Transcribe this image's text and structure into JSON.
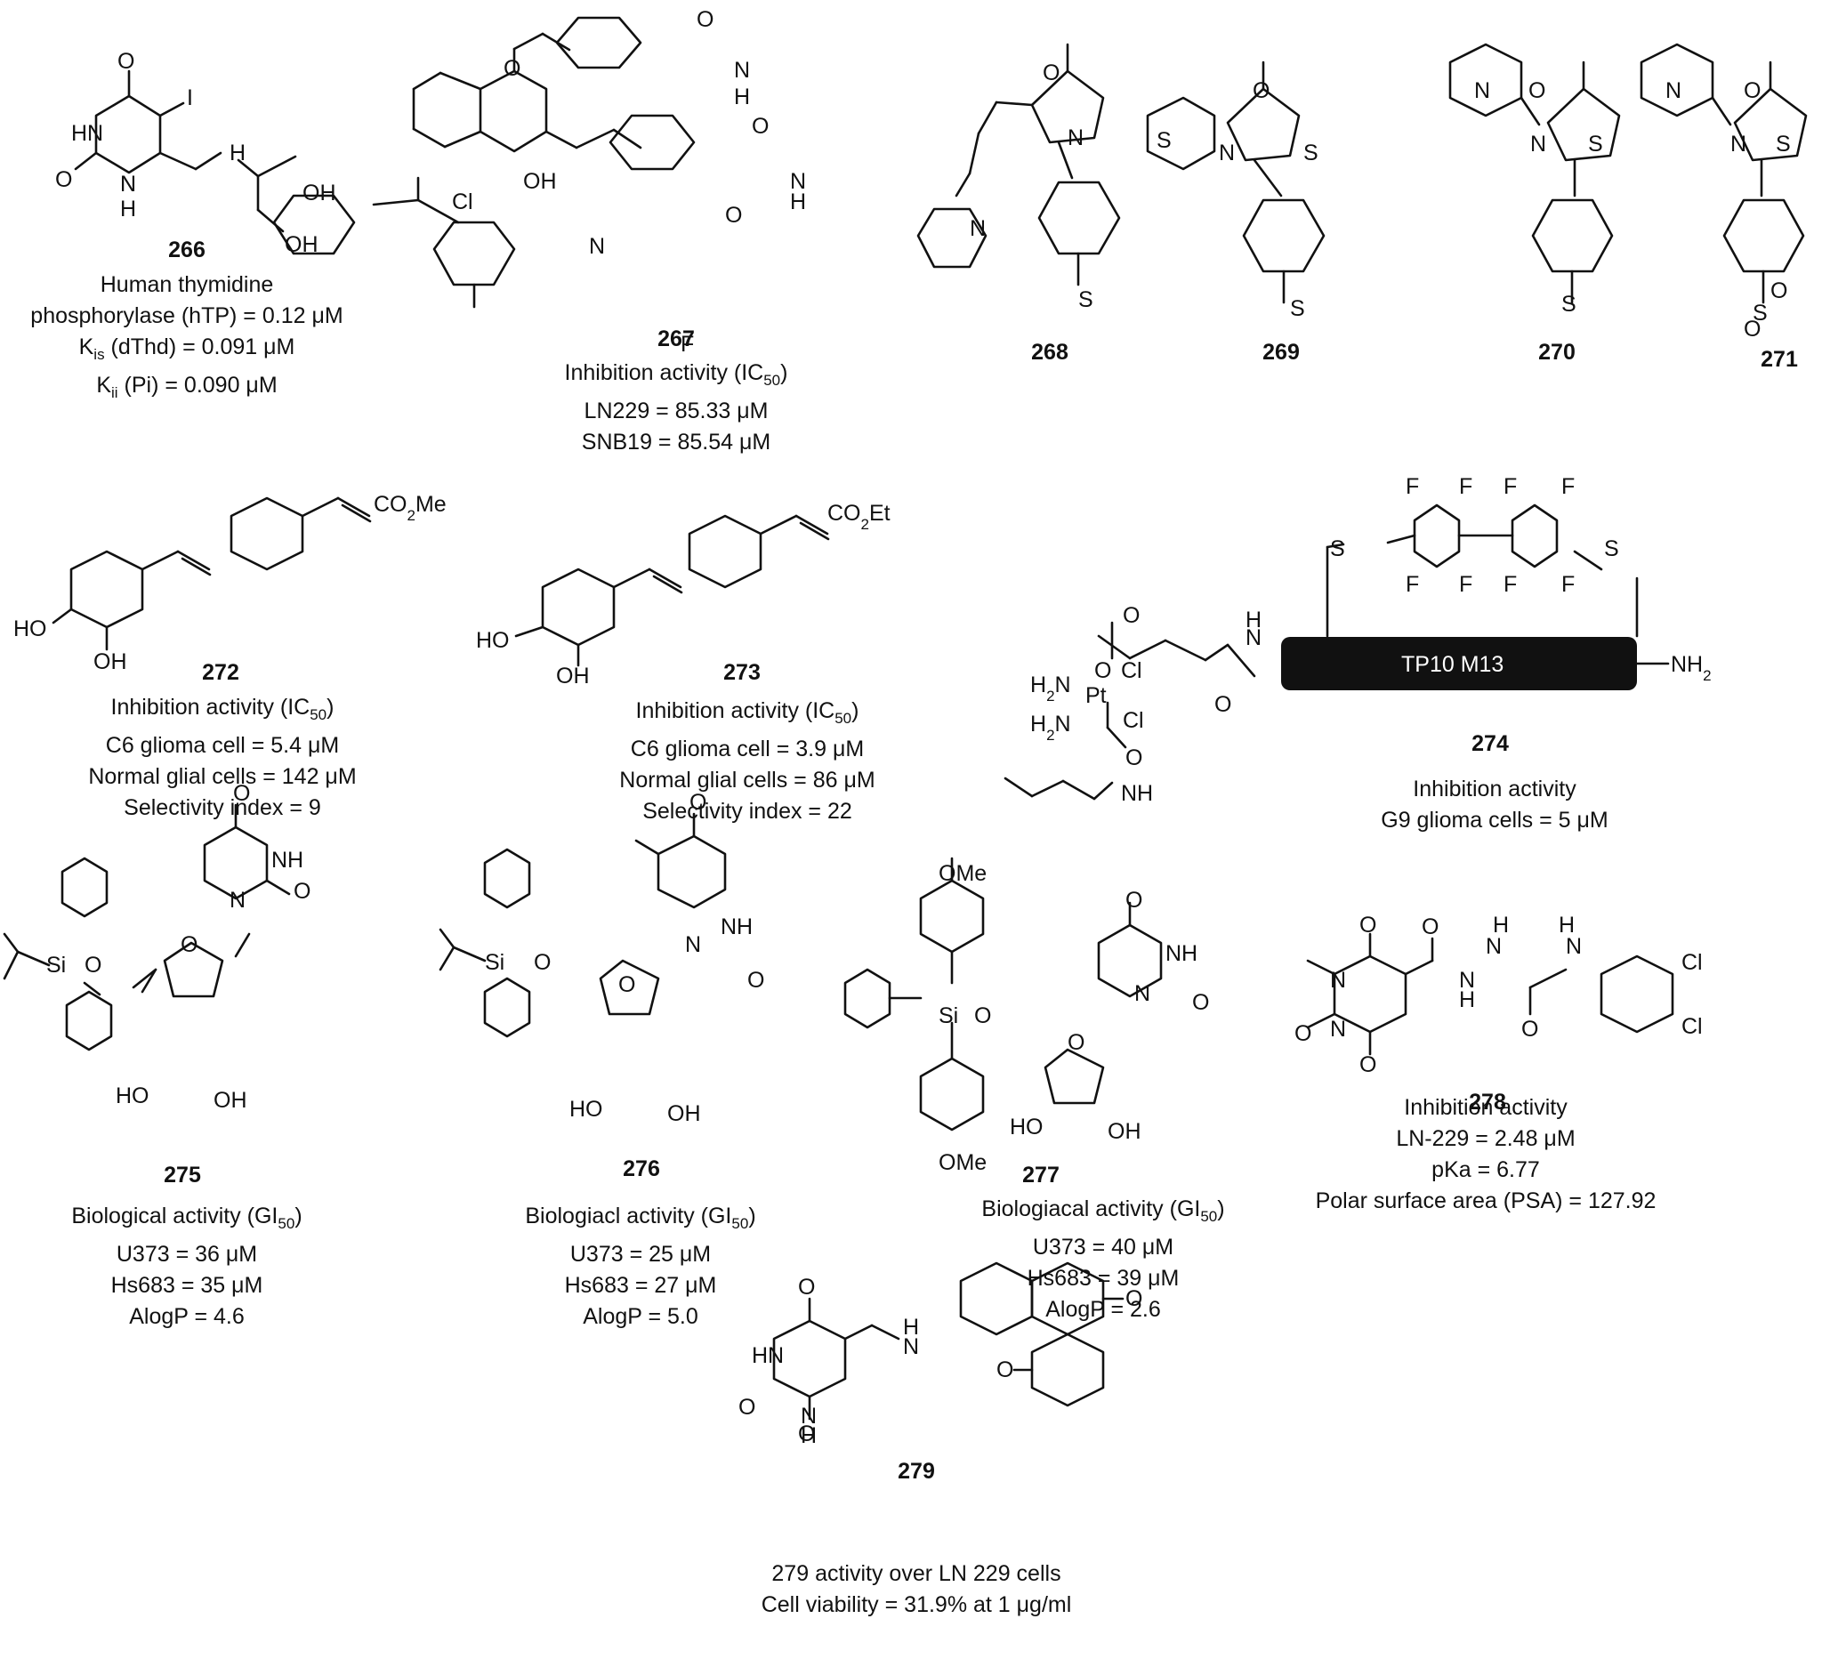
{
  "compounds": [
    {
      "id": "266",
      "lines": [
        "Human thymidine",
        "phosphorylase (hTP) = 0.12 μM",
        "K_is (dThd) = 0.091 μM",
        "K_ii (Pi) = 0.090 μM"
      ]
    },
    {
      "id": "267",
      "lines": [
        "Inhibition activity (IC50)",
        "LN229 = 85.33 μM",
        "SNB19 = 85.54 μM"
      ]
    },
    {
      "id": "268",
      "lines": []
    },
    {
      "id": "269",
      "lines": []
    },
    {
      "id": "270",
      "lines": []
    },
    {
      "id": "271",
      "lines": []
    },
    {
      "id": "272",
      "lines": [
        "Inhibition activity (IC50)",
        "C6 glioma cell = 5.4 μM",
        "Normal glial cells = 142 μM",
        "Selectivity index = 9"
      ]
    },
    {
      "id": "273",
      "lines": [
        "Inhibition activity (IC50)",
        "C6 glioma cell = 3.9 μM",
        "Normal glial cells = 86 μM",
        "Selectivity index = 22"
      ]
    },
    {
      "id": "274",
      "lines": [
        "Inhibition activity",
        "G9 glioma cells = 5 μM"
      ]
    },
    {
      "id": "275",
      "lines": [
        "Biological activity (GI50)",
        "U373 = 36 μM",
        "Hs683 = 35 μM",
        "AlogP = 4.6"
      ]
    },
    {
      "id": "276",
      "lines": [
        "Biologiacl activity (GI50)",
        "U373 = 25 μM",
        "Hs683 = 27 μM",
        "AlogP = 5.0"
      ]
    },
    {
      "id": "277",
      "lines": [
        "Biologiacal activity (GI50)",
        "U373 = 40 μM",
        "Hs683 = 39 μM",
        "AlogP = 2.6"
      ]
    },
    {
      "id": "278",
      "lines": [
        "Inhibition activity",
        "LN-229 = 2.48 μM",
        "pKa = 6.77",
        "Polar surface area (PSA) = 127.92"
      ]
    },
    {
      "id": "279",
      "lines": [
        "279 activity over LN 229 cells",
        "Cell viability = 31.9% at 1 μg/ml"
      ]
    }
  ],
  "atom_labels": {
    "s266": [
      "O",
      "HN",
      "I",
      "H",
      "N",
      "O",
      "N",
      "H",
      "OH",
      "OH"
    ],
    "s267": [
      "O",
      "O",
      "N",
      "H",
      "O",
      "O",
      "N",
      "H",
      "Cl",
      "OH",
      "N",
      "F"
    ],
    "s268": [
      "O",
      "N",
      "S",
      "N",
      "S"
    ],
    "s269": [
      "O",
      "N",
      "S",
      "S"
    ],
    "s270": [
      "N",
      "O",
      "N",
      "S",
      "S"
    ],
    "s271": [
      "N",
      "O",
      "N",
      "S",
      "S",
      "O",
      "O"
    ],
    "s272": [
      "CO2Me",
      "HO",
      "OH"
    ],
    "s273": [
      "CO2Et",
      "HO",
      "OH"
    ],
    "s274": [
      "F",
      "F",
      "F",
      "F",
      "F",
      "F",
      "F",
      "F",
      "S",
      "S",
      "O",
      "H2N",
      "Pt",
      "Cl",
      "Cl",
      "H2N",
      "O",
      "O",
      "NH",
      "O",
      "N",
      "H",
      "NH2",
      "TP10 M13"
    ],
    "s275": [
      "O",
      "NH",
      "N",
      "O",
      "Si",
      "O",
      "O",
      "HO",
      "OH"
    ],
    "s276": [
      "O",
      "NH",
      "N",
      "O",
      "Si",
      "O",
      "O",
      "HO",
      "OH"
    ],
    "s277": [
      "OMe",
      "O",
      "NH",
      "N",
      "O",
      "Si",
      "O",
      "O",
      "HO",
      "OH",
      "OMe"
    ],
    "s278": [
      "O",
      "O",
      "H",
      "N",
      "N",
      "H",
      "H",
      "N",
      "Cl",
      "Cl",
      "N",
      "O",
      "O",
      "N",
      "O"
    ],
    "s279": [
      "O",
      "HN",
      "H",
      "N",
      "O",
      "N",
      "H",
      "O",
      "O",
      "O"
    ]
  }
}
